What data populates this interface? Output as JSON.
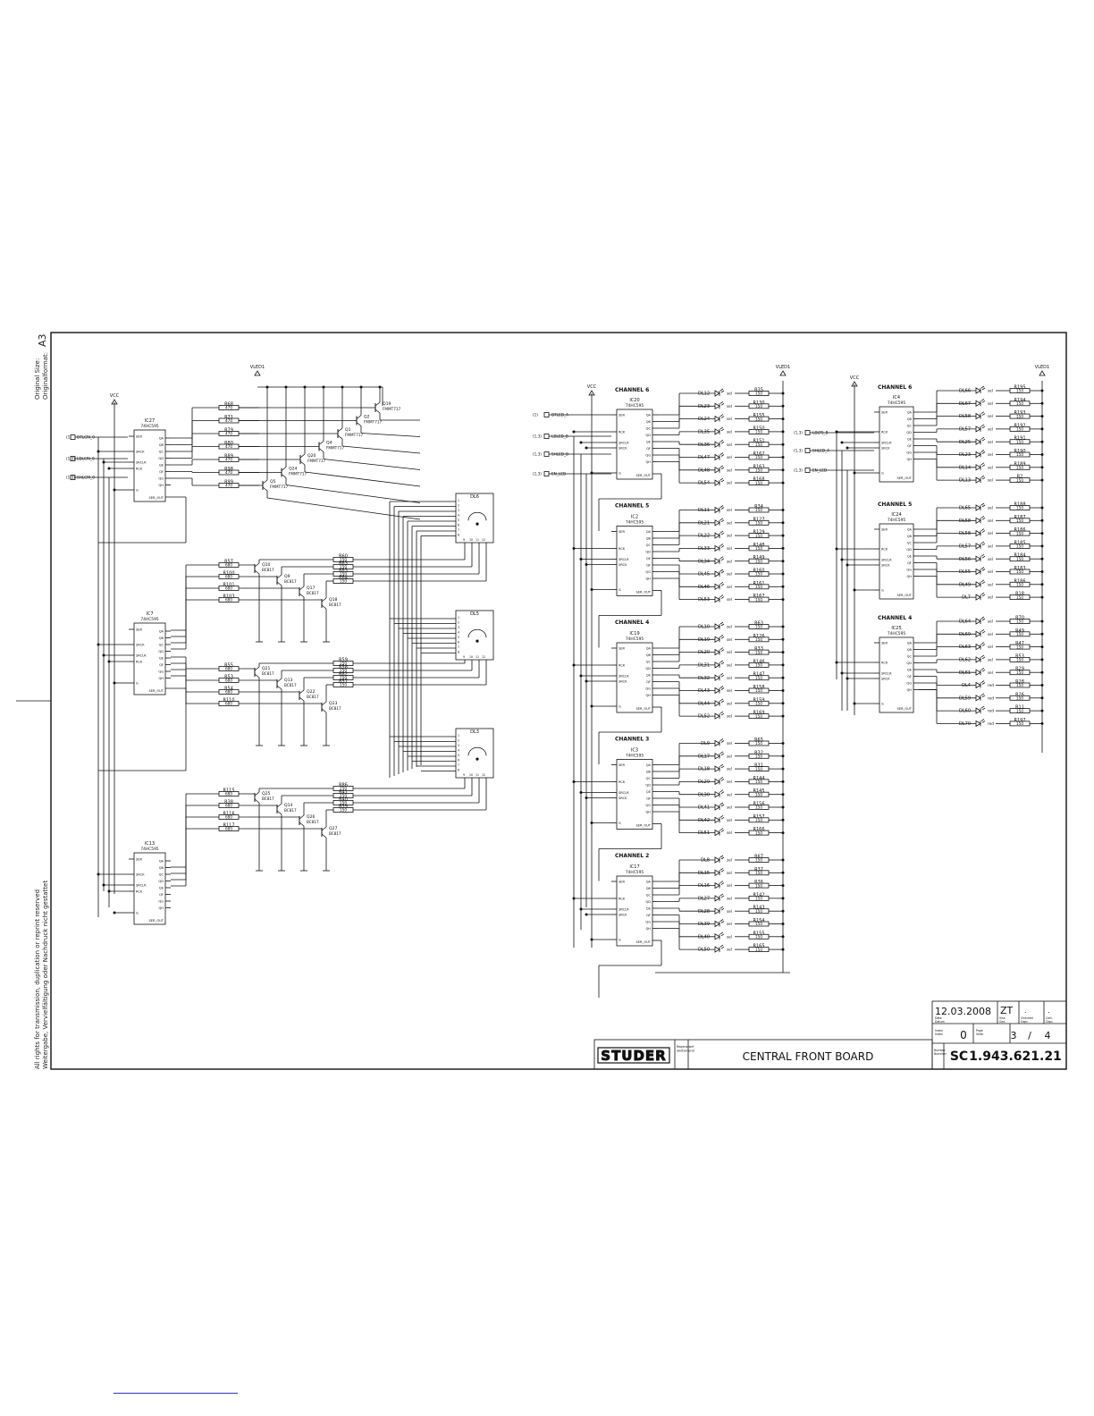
{
  "margin_notes": {
    "size_line1": "Original Size:",
    "size_line2": "Originalformat:",
    "size_value": "A3",
    "rights_line1": "All rights for transmission, duplication or reprint reserved",
    "rights_line2": "Weitergabe, Vervielfältigung oder Nachdruck nicht gestattet"
  },
  "power": {
    "vcc": "VCC",
    "vled": "VLED1"
  },
  "left": {
    "inputs": [
      "DTLCRI_0",
      "LDLCRI_0",
      "SHLCRI_0"
    ],
    "input_refs": [
      "(1)",
      "(1,3)",
      "(1,3)"
    ],
    "ics": [
      {
        "name": "IC27",
        "type": "74HC595"
      },
      {
        "name": "IC7",
        "type": "74HC595"
      },
      {
        "name": "IC13",
        "type": "74HC595"
      }
    ],
    "pins": [
      "SER",
      "SRCK",
      "SRCLR",
      "RCK",
      "G",
      "QA",
      "QB",
      "QC",
      "QD",
      "QE",
      "QF",
      "QG",
      "QH",
      "SER_OUT"
    ],
    "fet_rows": [
      {
        "r": "R68",
        "rv": "470",
        "q": "Q19",
        "qt": "FMMT717"
      },
      {
        "r": "R71",
        "rv": "470",
        "q": "Q2",
        "qt": "FMMT717"
      },
      {
        "r": "R79",
        "rv": "470",
        "q": "Q1",
        "qt": "FMMT717"
      },
      {
        "r": "R80",
        "rv": "470",
        "q": "Q4",
        "qt": "FMMT717"
      },
      {
        "r": "R89",
        "rv": "470",
        "q": "Q20",
        "qt": "FMMT717"
      },
      {
        "r": "R98",
        "rv": "470",
        "q": "Q24",
        "qt": "FMMT717"
      },
      {
        "r": "R99",
        "rv": "470",
        "q": "Q5",
        "qt": "FMMT717"
      }
    ],
    "groups": [
      {
        "rows": [
          {
            "rb": "R57",
            "rbv": "680",
            "q": "Q10",
            "qt": "BC817",
            "rc": "R60",
            "rcv": "150"
          },
          {
            "rb": "R100",
            "rbv": "680",
            "q": "Q9",
            "qt": "BC817",
            "rc": "R63",
            "rcv": "150"
          },
          {
            "rb": "R101",
            "rbv": "680",
            "q": "Q17",
            "qt": "BC817",
            "rc": "R83",
            "rcv": "150"
          },
          {
            "rb": "R103",
            "rbv": "680",
            "q": "Q18",
            "qt": "BC817",
            "rc": "R64",
            "rcv": "150"
          }
        ]
      },
      {
        "rows": [
          {
            "rb": "R55",
            "rbv": "680",
            "q": "Q21",
            "qt": "BC817",
            "rc": "R59",
            "rcv": "150"
          },
          {
            "rb": "R53",
            "rbv": "680",
            "q": "Q13",
            "qt": "BC817",
            "rc": "R58",
            "rcv": "150"
          },
          {
            "rb": "R54",
            "rbv": "680",
            "q": "Q22",
            "qt": "BC817",
            "rc": "R82",
            "rcv": "150"
          },
          {
            "rb": "R110",
            "rbv": "680",
            "q": "Q23",
            "qt": "BC817",
            "rc": "R57",
            "rcv": "150"
          }
        ]
      },
      {
        "rows": [
          {
            "rb": "R115",
            "rbv": "680",
            "q": "Q25",
            "qt": "BC817",
            "rc": "R86",
            "rcv": "150"
          },
          {
            "rb": "R38",
            "rbv": "680",
            "q": "Q14",
            "qt": "BC817",
            "rc": "R41",
            "rcv": "150"
          },
          {
            "rb": "R116",
            "rbv": "680",
            "q": "Q26",
            "qt": "BC817",
            "rc": "R40",
            "rcv": "150"
          },
          {
            "rb": "R117",
            "rbv": "680",
            "q": "Q27",
            "qt": "BC817",
            "rc": "R39",
            "rcv": "150"
          }
        ]
      }
    ],
    "displays": [
      "DL6",
      "DL5",
      "DL3"
    ]
  },
  "channels_mid": {
    "inputs": [
      "DTLED_A",
      "LDLED_B",
      "SHLED_B",
      "EN_LED"
    ],
    "input_refs": [
      "(1)",
      "(1,3)",
      "(1,3)",
      "(1,3)"
    ],
    "blocks": [
      {
        "title": "CHANNEL 6",
        "ic": "IC20",
        "type": "74HC595",
        "leds": [
          "DL12",
          "DL23",
          "DL24",
          "DL35",
          "DL36",
          "DL47",
          "DL48",
          "DL54"
        ],
        "res": [
          "R35",
          "R130",
          "R155",
          "R150",
          "R151",
          "R162",
          "R163",
          "R168"
        ]
      },
      {
        "title": "CHANNEL 5",
        "ic": "IC2",
        "type": "74HC595",
        "leds": [
          "DL11",
          "DL21",
          "DL22",
          "DL33",
          "DL34",
          "DL45",
          "DL46",
          "DL53"
        ],
        "res": [
          "R34",
          "R127",
          "R129",
          "R148",
          "R149",
          "R160",
          "R161",
          "R167"
        ]
      },
      {
        "title": "CHANNEL 4",
        "ic": "IC19",
        "type": "74HC595",
        "leds": [
          "DL10",
          "DL19",
          "DL20",
          "DL31",
          "DL32",
          "DL43",
          "DL44",
          "DL52"
        ],
        "res": [
          "R63",
          "R126",
          "R33",
          "R146",
          "R147",
          "R158",
          "R159",
          "R169"
        ]
      },
      {
        "title": "CHANNEL 3",
        "ic": "IC3",
        "type": "74HC595",
        "leds": [
          "DL9",
          "DL17",
          "DL18",
          "DL29",
          "DL30",
          "DL41",
          "DL42",
          "DL51"
        ],
        "res": [
          "R65",
          "R32",
          "R31",
          "R144",
          "R145",
          "R156",
          "R157",
          "R166"
        ]
      },
      {
        "title": "CHANNEL 2",
        "ic": "IC17",
        "type": "74HC595",
        "leds": [
          "DL8",
          "DL15",
          "DL16",
          "DL27",
          "DL28",
          "DL39",
          "DL40",
          "DL50"
        ],
        "res": [
          "R67",
          "R37",
          "R36",
          "R142",
          "R143",
          "R154",
          "R155",
          "R165"
        ]
      }
    ]
  },
  "channels_right": {
    "inputs": [
      "LDLTS_B",
      "SHLED_A",
      "EN_LED"
    ],
    "input_refs": [
      "(1,3)",
      "(1,3)",
      "(1,3)"
    ],
    "blocks": [
      {
        "title": "CHANNEL 6",
        "ic": "IC4",
        "type": "74HC595",
        "bottom": "SER_OUT",
        "leds": [
          "DL66",
          "DL67",
          "DL58",
          "DL57",
          "DL25",
          "DL23",
          "DL14",
          "DL13"
        ],
        "res": [
          "R195",
          "R194",
          "R193",
          "R192",
          "R191",
          "R190",
          "R189",
          "R2"
        ],
        "colors": [
          "sel",
          "sel",
          "sel",
          "sel",
          "sel",
          "sel",
          "sel",
          "sel"
        ]
      },
      {
        "title": "CHANNEL 5",
        "ic": "IC24",
        "type": "74HC595",
        "bottom": "SER_OUT",
        "leds": [
          "DL65",
          "DL58",
          "DL58",
          "DL57",
          "DL56",
          "DL55",
          "DL49",
          "DL7"
        ],
        "res": [
          "R188",
          "R187",
          "R186",
          "R185",
          "R184",
          "R183",
          "R186",
          "R18"
        ],
        "colors": [
          "sel",
          "sel",
          "sel",
          "sel",
          "sel",
          "sel",
          "sel",
          "sel"
        ]
      },
      {
        "title": "CHANNEL 4",
        "ic": "IC25",
        "type": "74HC595",
        "bottom": "SER_OUT",
        "leds": [
          "DL64",
          "DL69",
          "DL63",
          "DL62",
          "DL61",
          "DL4",
          "DL59",
          "DL60",
          "DL70"
        ],
        "res": [
          "R70",
          "R49",
          "R47",
          "R53",
          "R29",
          "R28",
          "R26",
          "R11",
          "R197"
        ],
        "colors": [
          "sel",
          "sel",
          "sel",
          "sel",
          "sel",
          "red",
          "red",
          "red",
          "red"
        ]
      }
    ]
  },
  "title_block": {
    "date": "12.03.2008",
    "initials": "ZT",
    "date_label": "Date\nDatum",
    "visa_label": "Visa\nGez.",
    "checked_label": "Checked\nGepr.",
    "cert_label": "Cert.\nGepr.",
    "dot1": ".",
    "dot2": ".",
    "index_label": "Index\nIndex",
    "index": "0",
    "page_label": "Page\nSeite",
    "page": "3",
    "page_sep": "/",
    "pages_total": "4",
    "logo": "STUDER",
    "origin": "Regensdorf\nSwitzerland",
    "title": "CENTRAL FRONT BOARD",
    "number_label": "Number\nNummer",
    "prefix": "SC",
    "number": "1.943.621.21"
  }
}
